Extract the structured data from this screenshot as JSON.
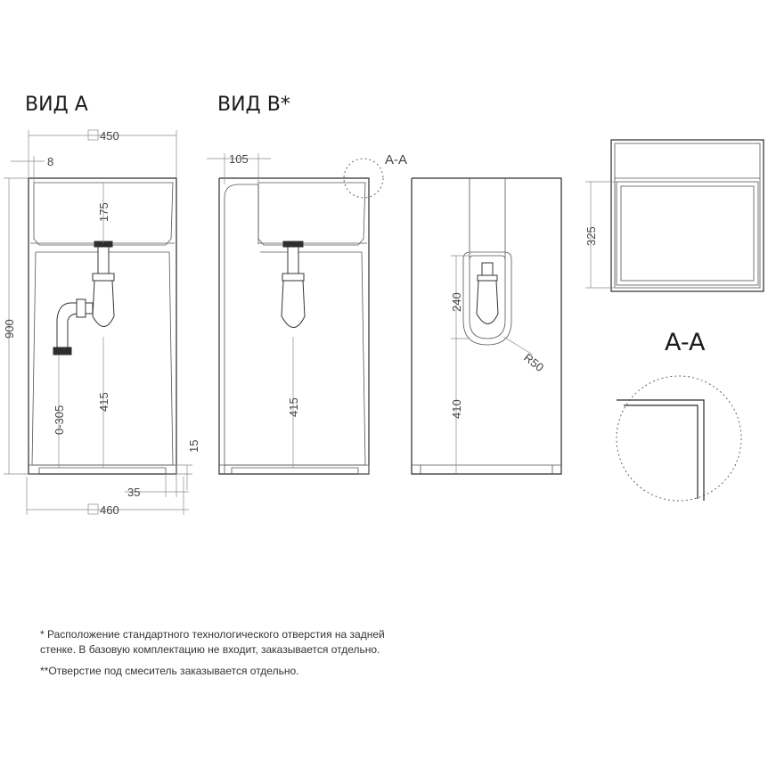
{
  "views": {
    "view_a_title": "ВИД A",
    "view_b_title": "ВИД B*",
    "section_label": "A-A",
    "section_title": "A-A"
  },
  "dimensions": {
    "width_top": "450",
    "edge_offset": "8",
    "bowl_depth_a": "175",
    "total_height": "900",
    "drain_range": "0-305",
    "drain_height_a": "415",
    "base_step": "15",
    "base_offset": "35",
    "width_bottom": "460",
    "wall_offset_b": "105",
    "drain_height_b": "415",
    "opening_height": "240",
    "opening_radius": "R50",
    "opening_elevation": "410",
    "top_depth": "325"
  },
  "notes": {
    "footnote_1_line_1": "* Расположение стандартного технологического отверстия на задней",
    "footnote_1_line_2": "стенке. В базовую комплектацию не входит, заказывается отдельно.",
    "footnote_2": "**Отверстие под смеситель заказывается отдельно."
  }
}
